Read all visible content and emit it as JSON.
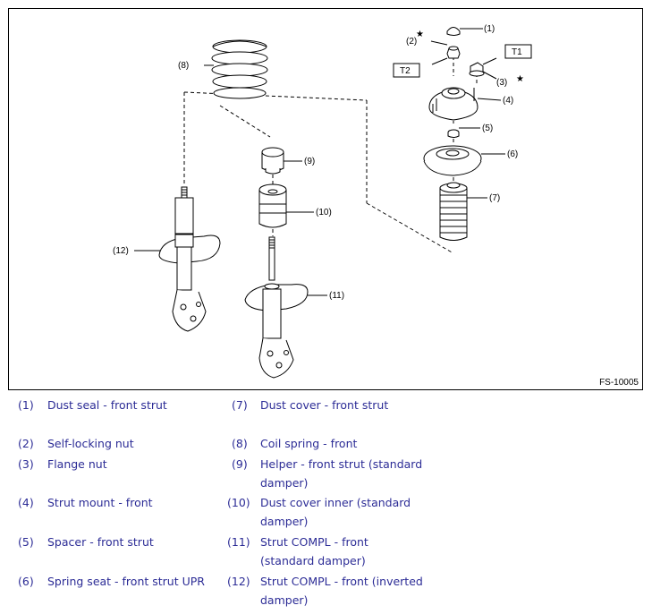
{
  "figure": {
    "id": "FS-10005",
    "callouts": [
      "(1)",
      "(2)",
      "(3)",
      "(4)",
      "(5)",
      "(6)",
      "(7)",
      "(8)",
      "(9)",
      "(10)",
      "(11)",
      "(12)"
    ],
    "torque_tags": [
      "T1",
      "T2"
    ],
    "star": "★",
    "line_color": "#000000"
  },
  "legend": {
    "text_color": "#2c2c96",
    "items": [
      {
        "num": "(1)",
        "lines": [
          "Dust seal - front strut"
        ]
      },
      {
        "num": "(2)",
        "lines": [
          "Self-locking nut"
        ]
      },
      {
        "num": "(3)",
        "lines": [
          "Flange nut"
        ]
      },
      {
        "num": "(4)",
        "lines": [
          "Strut mount - front"
        ]
      },
      {
        "num": "(5)",
        "lines": [
          "Spacer - front strut"
        ]
      },
      {
        "num": "(6)",
        "lines": [
          "Spring seat - front strut UPR"
        ]
      },
      {
        "num": "(7)",
        "lines": [
          "Dust cover - front strut"
        ]
      },
      {
        "num": "(8)",
        "lines": [
          "Coil spring - front"
        ]
      },
      {
        "num": "(9)",
        "lines": [
          "Helper - front strut (standard",
          "damper)"
        ]
      },
      {
        "num": "(10)",
        "lines": [
          "Dust cover inner (standard",
          "damper)"
        ]
      },
      {
        "num": "(11)",
        "lines": [
          "Strut COMPL - front",
          "(standard damper)"
        ]
      },
      {
        "num": "(12)",
        "lines": [
          "Strut COMPL - front (inverted",
          "damper)"
        ]
      }
    ]
  }
}
